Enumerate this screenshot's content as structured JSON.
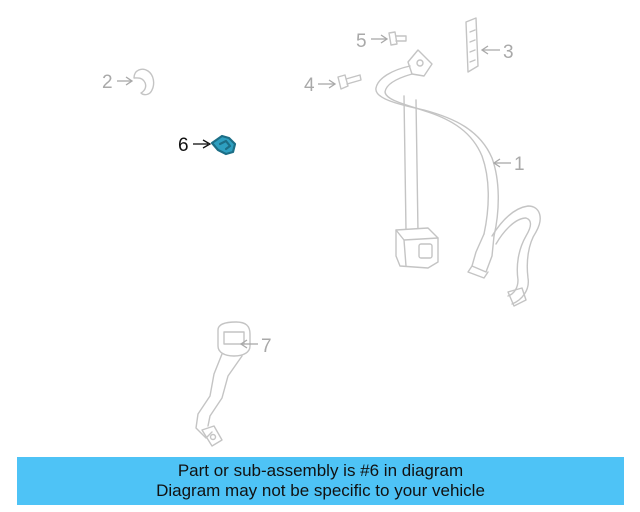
{
  "callouts": {
    "c1": "1",
    "c2": "2",
    "c3": "3",
    "c4": "4",
    "c5": "5",
    "c6": "6",
    "c7": "7"
  },
  "banner": {
    "line1": "Part or sub-assembly is #6 in diagram",
    "line2": "Diagram may not be specific to your vehicle"
  },
  "colors": {
    "highlight": "#2e9fc0",
    "banner": "#4ec3f6",
    "part_lines": "#c4c4c4"
  }
}
